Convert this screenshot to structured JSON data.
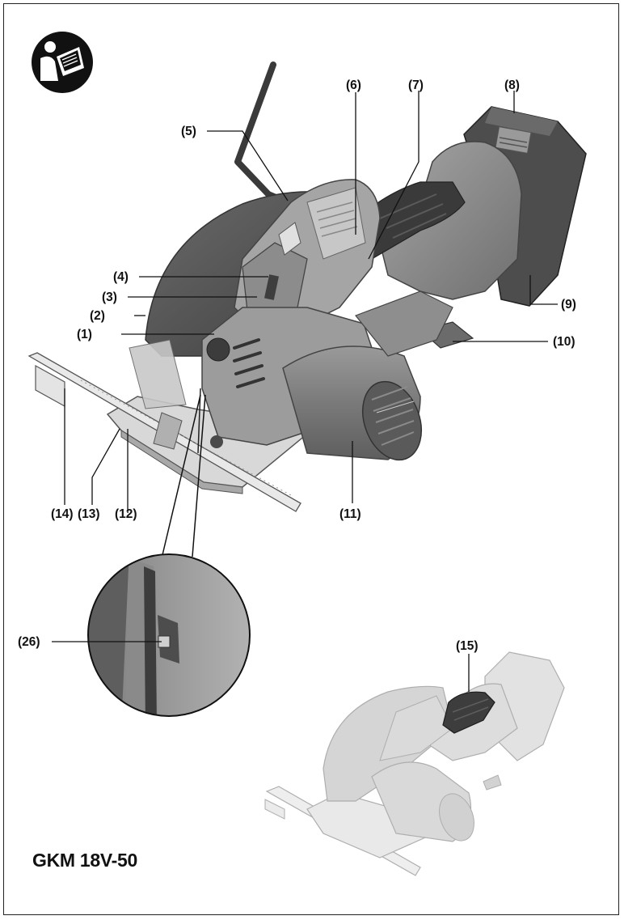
{
  "model": "GKM 18V-50",
  "manual_icon": "read-manual-icon",
  "callouts": {
    "c1": "(1)",
    "c2": "(2)",
    "c3": "(3)",
    "c4": "(4)",
    "c5": "(5)",
    "c6": "(6)",
    "c7": "(7)",
    "c8": "(8)",
    "c9": "(9)",
    "c10": "(10)",
    "c11": "(11)",
    "c12": "(12)",
    "c13": "(13)",
    "c14": "(14)",
    "c15": "(15)",
    "c26": "(26)"
  },
  "colors": {
    "line": "#111111",
    "dark_body": "#4a4a4a",
    "mid_body": "#8a8a8a",
    "light_body": "#bdbdbd",
    "faded_body": "#dcdcdc",
    "highlight_grip": "#333333"
  }
}
